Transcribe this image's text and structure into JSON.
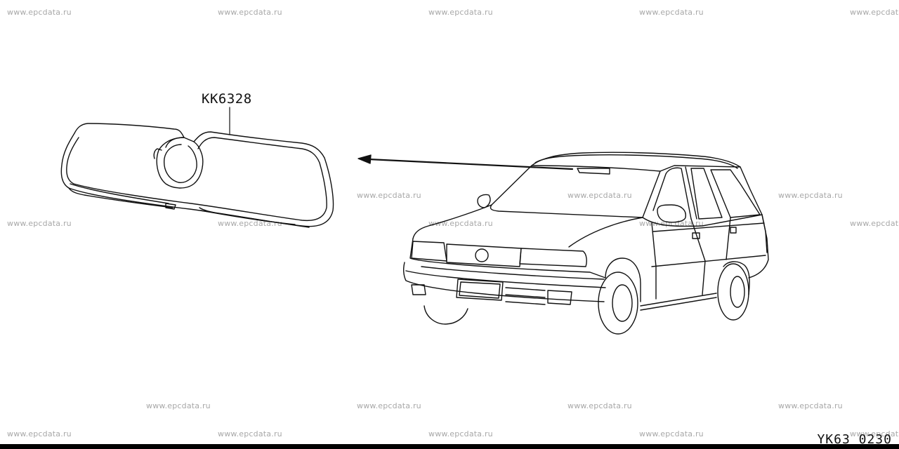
{
  "watermark_text": "www.epcdata.ru",
  "part": {
    "number": "KK6328",
    "name_icon": "rear-view-mirror-icon"
  },
  "vehicle_icon": "station-wagon-car-icon",
  "diagram_code": "YK63 0230",
  "colors": {
    "line": "#111111",
    "watermark": "#a8a8a8",
    "background": "#ffffff"
  }
}
